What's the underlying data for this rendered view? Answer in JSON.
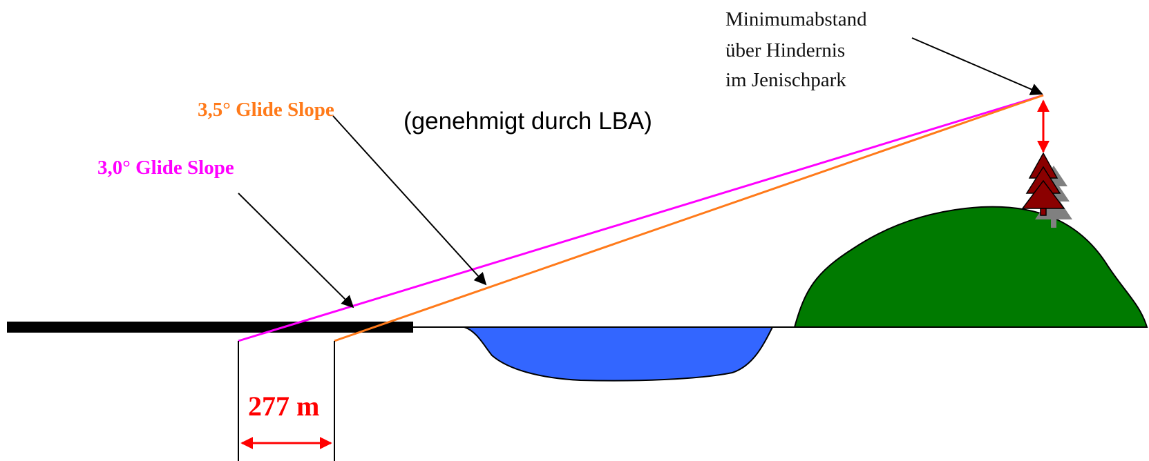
{
  "labels": {
    "obstacle_note": [
      "Minimumabstand",
      "über Hindernis",
      "im Jenischpark"
    ],
    "glide_35": "3,5° Glide Slope",
    "glide_30": "3,0° Glide Slope",
    "approval": "(genehmigt durch LBA)",
    "distance": "277 m"
  },
  "colors": {
    "glide_30": "#ff00ff",
    "glide_35": "#ff7a1a",
    "runway": "#000000",
    "water": "#3366ff",
    "hill": "#007a00",
    "tree": "#8b0000",
    "tree_shadow": "#808080",
    "dimension": "#ff0000",
    "pointer": "#000000",
    "ground": "#000000"
  }
}
